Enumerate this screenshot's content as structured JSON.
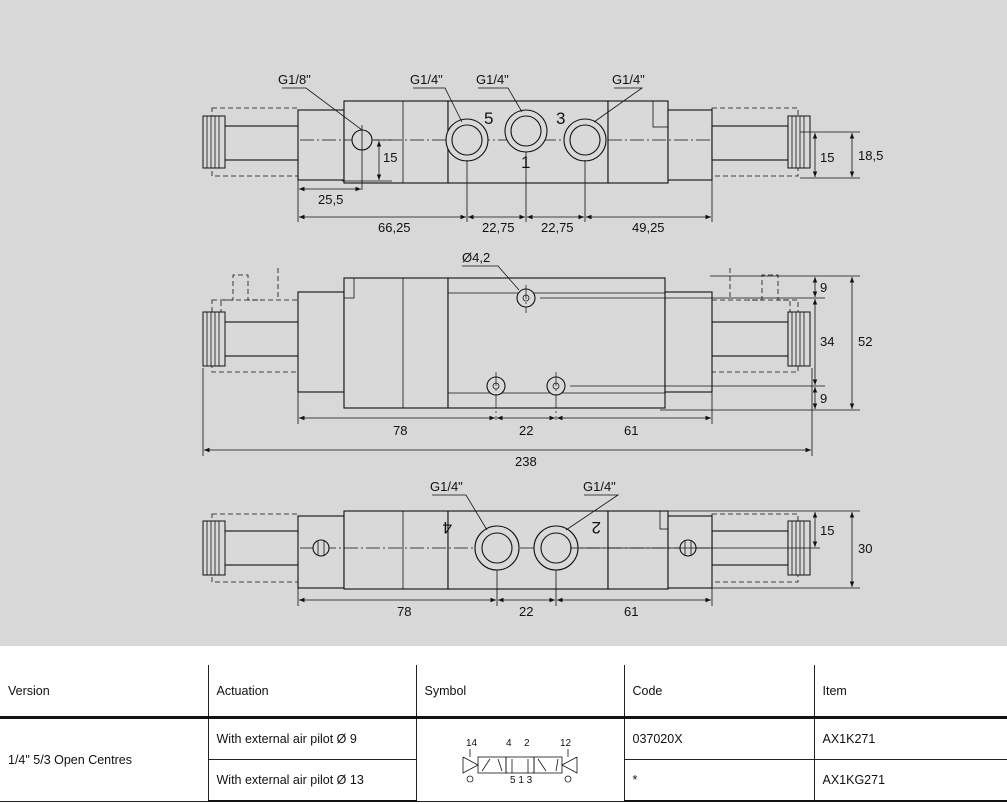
{
  "drawing": {
    "top_view": {
      "ports": {
        "g18": "G1/8\"",
        "g14_a": "G1/4\"",
        "g14_b": "G1/4\"",
        "g14_c": "G1/4\""
      },
      "port_numbers": {
        "p5": "5",
        "p1": "1",
        "p3": "3"
      },
      "dims": {
        "d15": "15",
        "d25_5": "25,5",
        "d66_25": "66,25",
        "d22_75_a": "22,75",
        "d22_75_b": "22,75",
        "d49_25": "49,25",
        "d15_right": "15",
        "d18_5": "18,5"
      }
    },
    "middle_view": {
      "hole_label": "Ø4,2",
      "dims": {
        "d9_top": "9",
        "d34": "34",
        "d52": "52",
        "d9_bottom": "9",
        "d78": "78",
        "d22": "22",
        "d61": "61",
        "d238": "238"
      }
    },
    "bottom_view": {
      "ports": {
        "g14_a": "G1/4\"",
        "g14_b": "G1/4\""
      },
      "port_numbers": {
        "p4": "4",
        "p2": "2"
      },
      "dims": {
        "d15": "15",
        "d30": "30",
        "d78": "78",
        "d22": "22",
        "d61": "61"
      }
    }
  },
  "table": {
    "headers": {
      "version": "Version",
      "actuation": "Actuation",
      "symbol": "Symbol",
      "code": "Code",
      "item": "Item"
    },
    "version": "1/4\" 5/3 Open Centres",
    "rows": [
      {
        "actuation": "With external air pilot Ø 9",
        "code": "037020X",
        "item": "AX1K271"
      },
      {
        "actuation": "With external air pilot Ø 13",
        "code": "*",
        "item": "AX1KG271"
      }
    ],
    "symbol_labels": {
      "n14": "14",
      "n4": "4",
      "n2": "2",
      "n12": "12",
      "n513": "5 1 3"
    }
  }
}
